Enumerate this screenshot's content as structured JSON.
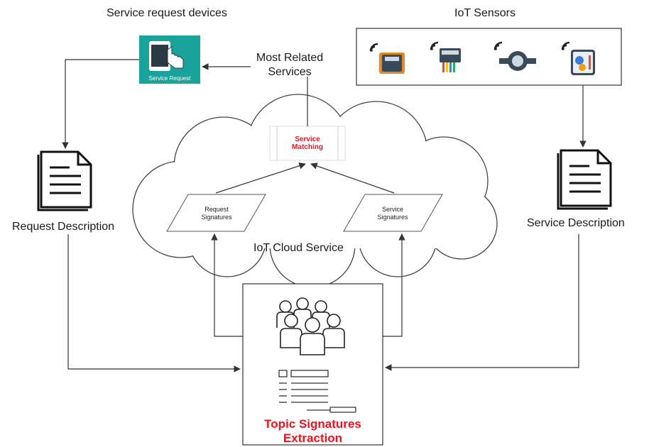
{
  "labels": {
    "service_request_devices": "Service request devices",
    "iot_sensors": "IoT Sensors",
    "service_request": "Service Request",
    "most_related": [
      "Most Related",
      "Services"
    ],
    "service_matching": [
      "Service",
      "Matching"
    ],
    "request_signatures": [
      "Request",
      "Signatures"
    ],
    "service_signatures": [
      "Service",
      "Signatures"
    ],
    "iot_cloud_service": "IoT Cloud Service",
    "request_description": "Request Description",
    "service_description": "Service Description",
    "topic_signatures_extraction": [
      "Topic Signatures",
      "Extraction"
    ]
  },
  "icons": {
    "tablet": "touch-tablet-icon",
    "sensors": [
      "wifi-sensor-1-icon",
      "wifi-sensor-2-icon",
      "wifi-sensor-3-icon",
      "wifi-sensor-4-icon"
    ],
    "documents": [
      "document-icon",
      "document-icon"
    ],
    "people": "people-group-icon",
    "form": "form-icon"
  },
  "colors": {
    "accent_red": "#e8141e",
    "tablet_bg": "#1aa39a",
    "line": "#333333"
  }
}
